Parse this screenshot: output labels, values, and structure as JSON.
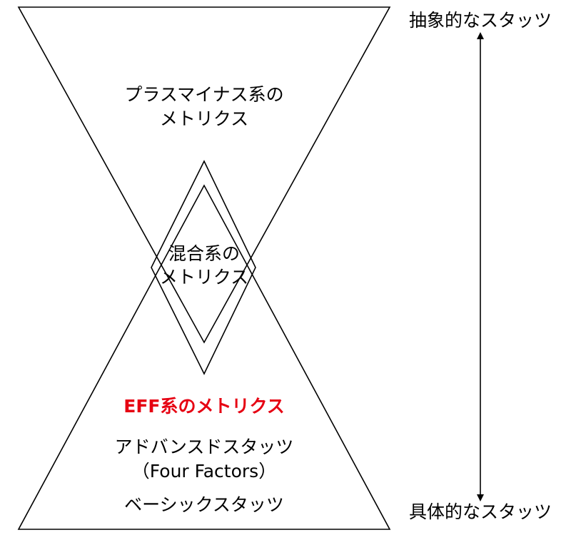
{
  "scale": {
    "top_label": "抽象的なスタッツ",
    "bottom_label": "具体的なスタッツ"
  },
  "upper_triangle": {
    "line1": "プラスマイナス系の",
    "line2": "メトリクス"
  },
  "diamond": {
    "line1": "混合系の",
    "line2": "メトリクス"
  },
  "lower_triangle": {
    "eff_label": "EFF系のメトリクス",
    "advanced_line1": "アドバンスドスタッツ",
    "advanced_line2": "（Four Factors）",
    "basic_label": "ベーシックスタッツ"
  },
  "colors": {
    "highlight": "#e60012",
    "line": "#000000"
  }
}
